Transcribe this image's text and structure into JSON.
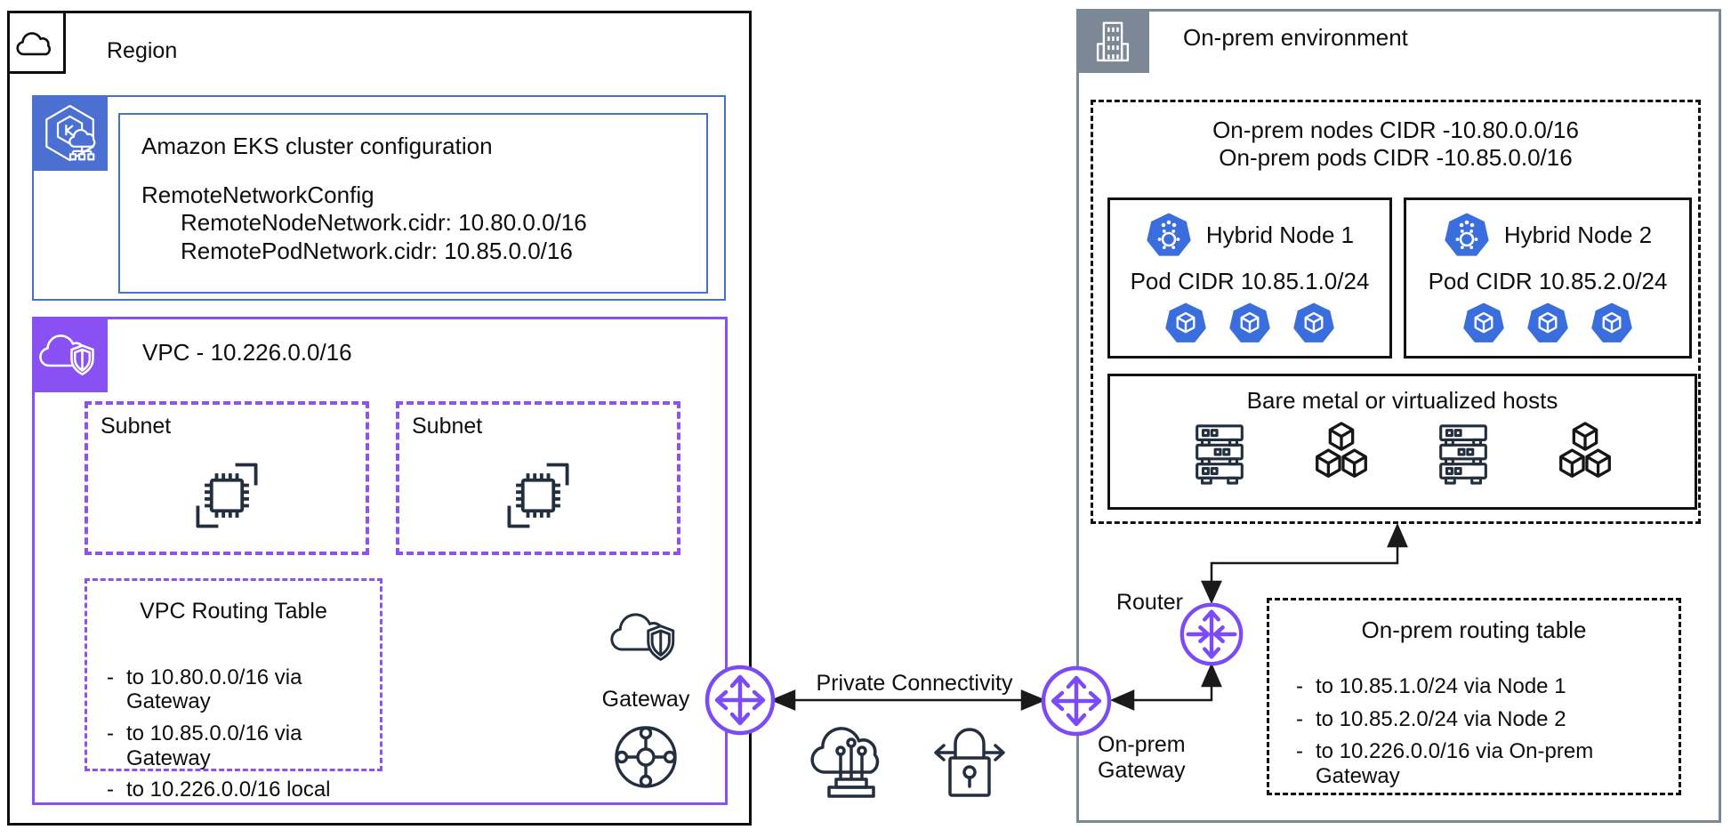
{
  "colors": {
    "blue_border": "#4472C4",
    "eks_icon_bg": "#4C70D2",
    "purple": "#8950F3",
    "purple_dash": "#8C52F2",
    "purple_circle": "#7B4BFA",
    "gray": "#7D8896",
    "k8s_blue": "#3A6EDD",
    "dark_icon": "#232F3E"
  },
  "misc": {
    "bullet": "-"
  },
  "region": {
    "label": "Region",
    "eks": {
      "title": "Amazon EKS cluster configuration",
      "config_line1": "RemoteNetworkConfig",
      "config_line2": "RemoteNodeNetwork.cidr: 10.80.0.0/16",
      "config_line3": "RemotePodNetwork.cidr: 10.85.0.0/16"
    },
    "vpc": {
      "title": "VPC - 10.226.0.0/16",
      "subnets": [
        {
          "label": "Subnet"
        },
        {
          "label": "Subnet"
        }
      ],
      "routing_table": {
        "title": "VPC Routing Table",
        "routes": [
          "to 10.80.0.0/16 via Gateway",
          "to 10.85.0.0/16 via Gateway",
          "to 10.226.0.0/16 local"
        ]
      },
      "gateway_label": "Gateway"
    }
  },
  "middle": {
    "private_connectivity": "Private Connectivity"
  },
  "onprem": {
    "label": "On-prem environment",
    "cidr_box": {
      "line1": "On-prem nodes CIDR -10.80.0.0/16",
      "line2": "On-prem pods CIDR -10.85.0.0/16",
      "nodes": [
        {
          "name": "Hybrid Node 1",
          "pod_cidr": "Pod CIDR 10.85.1.0/24"
        },
        {
          "name": "Hybrid Node 2",
          "pod_cidr": "Pod CIDR 10.85.2.0/24"
        }
      ],
      "hosts_label": "Bare metal or virtualized hosts"
    },
    "router_label": "Router",
    "gateway_label_line1": "On-prem",
    "gateway_label_line2": "Gateway",
    "routing_table": {
      "title": "On-prem routing table",
      "routes": [
        "to 10.85.1.0/24 via Node 1",
        "to 10.85.2.0/24 via Node 2",
        "to 10.226.0.0/16 via On-prem Gateway"
      ]
    }
  }
}
